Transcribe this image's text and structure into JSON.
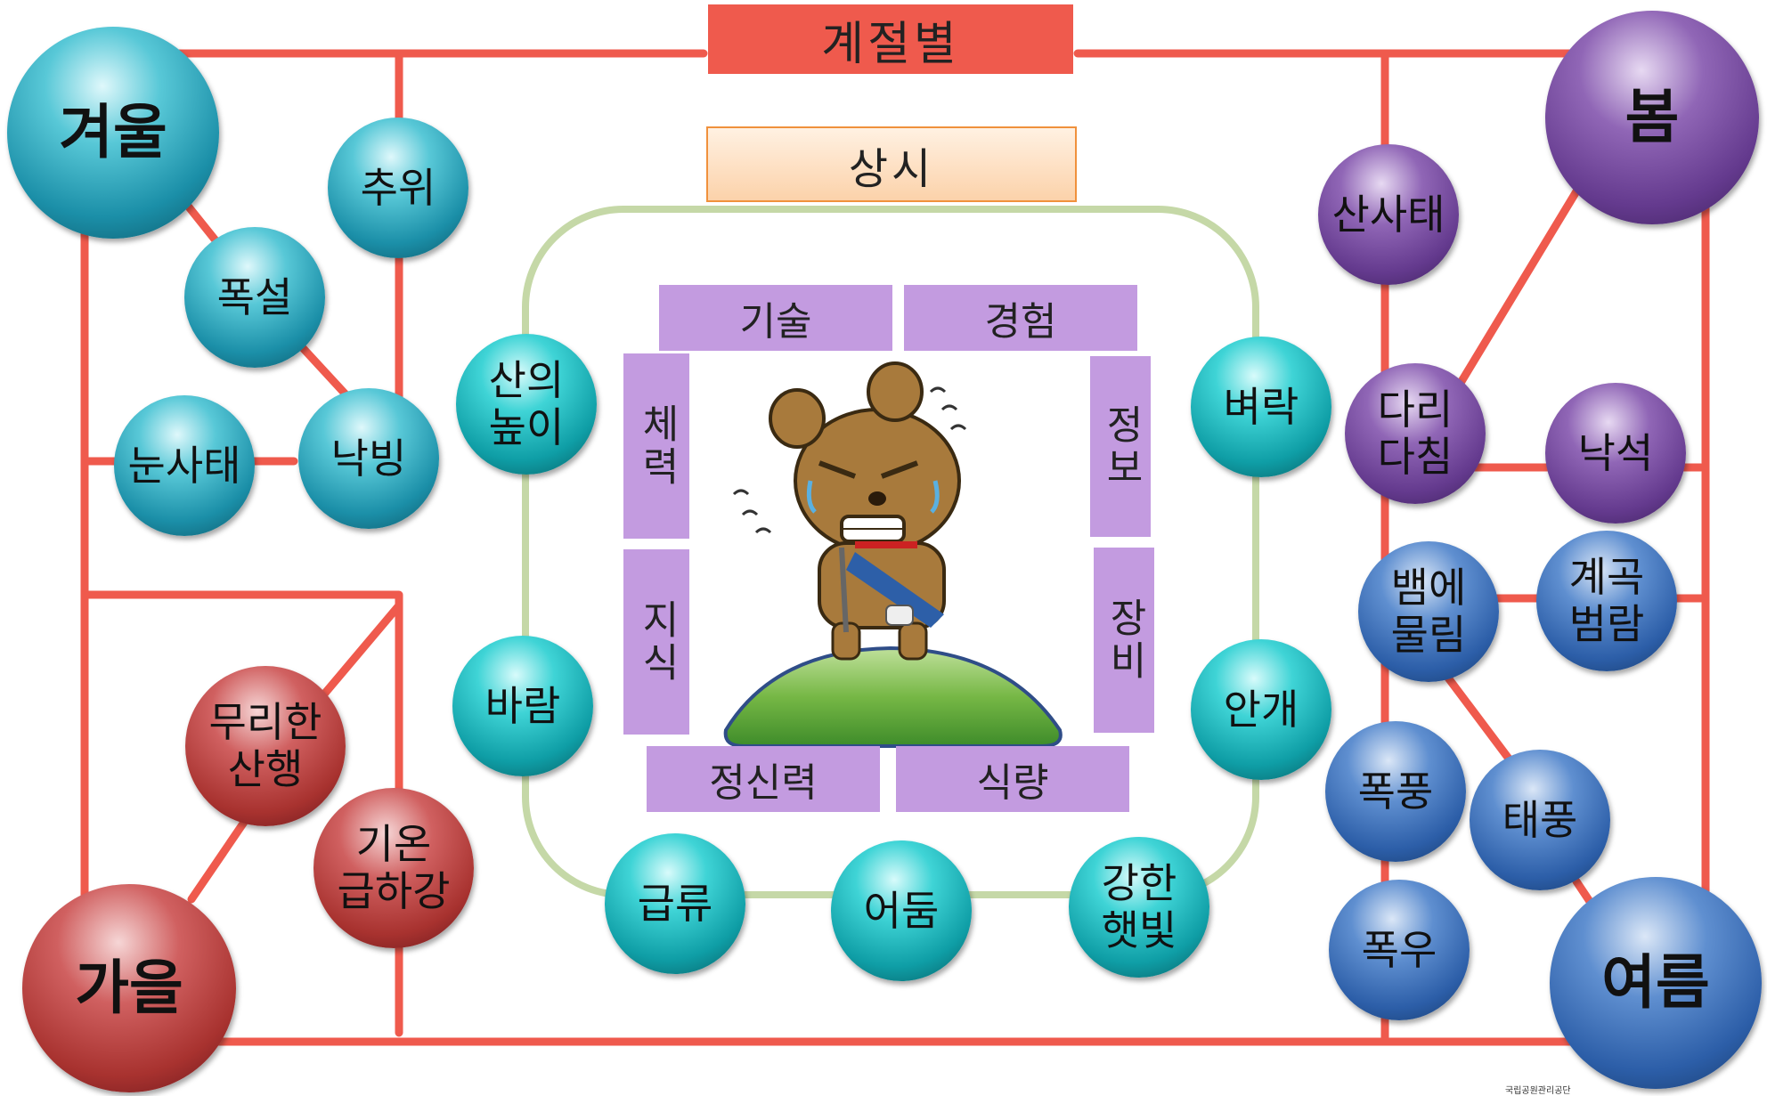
{
  "title": "계절별",
  "subtitle": "상시",
  "seasons": {
    "winter": "겨울",
    "spring": "봄",
    "summer": "여름",
    "autumn": "가을"
  },
  "winter_hazards": [
    "추위",
    "폭설",
    "눈사태",
    "낙빙"
  ],
  "spring_hazards": [
    "산사태",
    "다리\n다침",
    "낙석"
  ],
  "summer_hazards": [
    "뱀에\n물림",
    "계곡\n범람",
    "폭풍",
    "태풍",
    "폭우"
  ],
  "autumn_hazards": [
    "무리한\n산행",
    "기온\n급하강"
  ],
  "constant_hazards": [
    "산의\n높이",
    "바람",
    "급류",
    "어둠",
    "강한\n햇빛",
    "안개",
    "벼락"
  ],
  "factors": {
    "top": [
      "기술",
      "경험"
    ],
    "left": [
      "체력",
      "지식"
    ],
    "right": [
      "정보",
      "장비"
    ],
    "bottom": [
      "정신력",
      "식량"
    ]
  },
  "footer": "국립공원관리공단",
  "colors": {
    "route": "#ef5a4d",
    "inner_loop": "#c5d8a7",
    "factor_box": "#c39be0",
    "winter": "#1f8fa6",
    "spring": "#643a8e",
    "summer": "#2c5ea8",
    "autumn": "#a8322f",
    "constant": "#10a0a8"
  },
  "icons": [
    "crying-bear-with-crutch-icon",
    "green-mountain-icon"
  ]
}
